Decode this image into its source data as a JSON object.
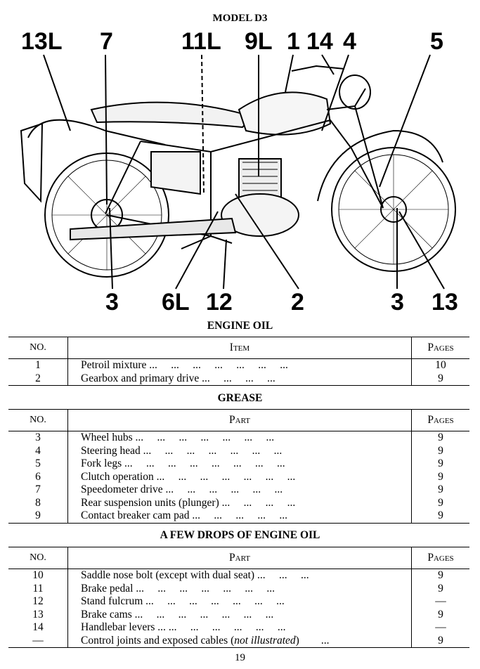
{
  "page_title": "MODEL D3",
  "callouts": [
    "13L",
    "7",
    "11L",
    "9L",
    "1",
    "14",
    "4",
    "5",
    "3",
    "6L",
    "12",
    "2",
    "3",
    "13"
  ],
  "sections": [
    {
      "title": "ENGINE OIL",
      "col_no": "NO.",
      "col_item": "Item",
      "col_pages": "Pages",
      "rows": [
        {
          "no": "1",
          "item": "Petroil mixture",
          "dots": "...     ...     ...     ...     ...     ...     ...",
          "page": "10"
        },
        {
          "no": "2",
          "item": "Gearbox and primary drive",
          "dots": "...     ...     ...     ...",
          "page": "9"
        }
      ]
    },
    {
      "title": "GREASE",
      "col_no": "NO.",
      "col_item": "Part",
      "col_pages": "Pages",
      "rows": [
        {
          "no": "3",
          "item": "Wheel hubs",
          "dots": "...     ...     ...     ...     ...     ...     ...",
          "page": "9"
        },
        {
          "no": "4",
          "item": "Steering head",
          "dots": "...     ...     ...     ...     ...     ...     ...",
          "page": "9"
        },
        {
          "no": "5",
          "item": "Fork legs",
          "dots": "...     ...     ...     ...     ...     ...     ...     ...",
          "page": "9"
        },
        {
          "no": "6",
          "item": "Clutch operation",
          "dots": "...     ...     ...     ...     ...     ...     ...",
          "page": "9"
        },
        {
          "no": "7",
          "item": "Speedometer drive",
          "dots": "...     ...     ...     ...     ...     ...",
          "page": "9"
        },
        {
          "no": "8",
          "item": "Rear suspension units (plunger)",
          "dots": "...     ...     ...     ...",
          "page": "9"
        },
        {
          "no": "9",
          "item": "Contact breaker cam pad",
          "dots": "...     ...     ...     ...     ...",
          "page": "9"
        }
      ]
    },
    {
      "title": "A FEW DROPS OF ENGINE OIL",
      "col_no": "NO.",
      "col_item": "Part",
      "col_pages": "Pages",
      "rows": [
        {
          "no": "10",
          "item": "Saddle nose bolt (except with dual seat)",
          "dots": "...     ...     ...",
          "page": "9"
        },
        {
          "no": "11",
          "item": "Brake pedal",
          "dots": "...     ...     ...     ...     ...     ...     ...",
          "page": "9"
        },
        {
          "no": "12",
          "item": "Stand fulcrum",
          "dots": "...     ...     ...     ...     ...     ...     ...",
          "page": "—"
        },
        {
          "no": "13",
          "item": "Brake cams",
          "dots": "...     ...     ...     ...     ...     ...     ...",
          "page": "9"
        },
        {
          "no": "14",
          "item": "Handlebar levers ...",
          "dots": "...     ...     ...     ...     ...     ...",
          "page": "—"
        },
        {
          "no": "—",
          "item": "Control joints and exposed cables (",
          "item_em": "not illustrated",
          "item_end": ")",
          "dots": "...",
          "page": "9"
        }
      ]
    }
  ],
  "page_number": "19"
}
